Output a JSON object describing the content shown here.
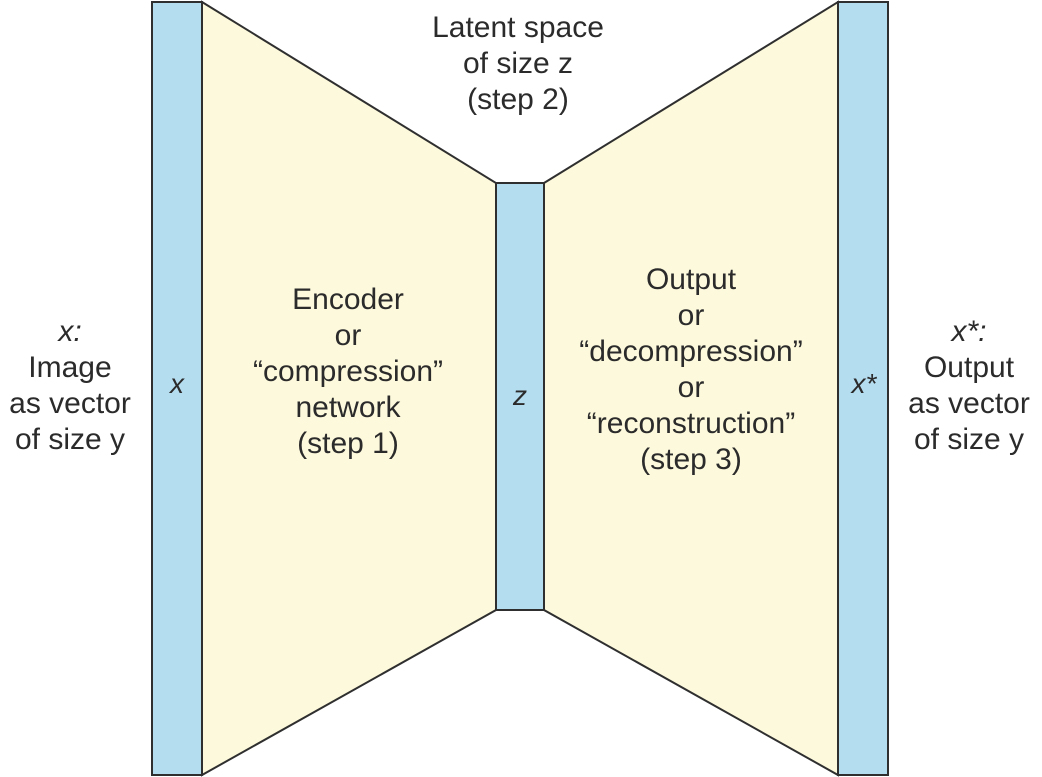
{
  "colors": {
    "bar_fill": "#b4ddf0",
    "trapezoid_fill": "#fdf9dc",
    "stroke": "#2f2f2f",
    "text": "#2b2b2b"
  },
  "left": {
    "symbol": "x:",
    "lines": [
      "Image",
      "as vector",
      "of size y"
    ]
  },
  "right": {
    "symbol": "x*:",
    "lines": [
      "Output",
      "as vector",
      "of size y"
    ]
  },
  "latent": {
    "lines": [
      "Latent space",
      "of size z",
      "(step 2)"
    ]
  },
  "encoder": {
    "lines": [
      "Encoder",
      "or",
      "“compression”",
      "network",
      "(step 1)"
    ]
  },
  "decoder": {
    "lines": [
      "Output",
      "or",
      "“decompression”",
      "or",
      "“reconstruction”",
      "(step 3)"
    ]
  },
  "bars": {
    "input_label": "x",
    "latent_label": "z",
    "output_label": "x*"
  }
}
